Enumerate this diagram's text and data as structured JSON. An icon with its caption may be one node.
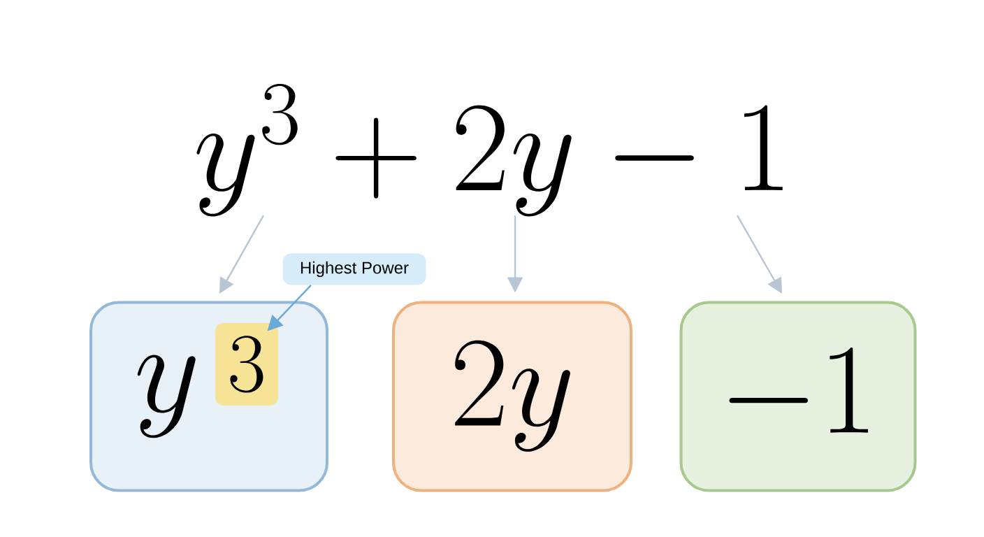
{
  "diagram": {
    "nodes": [
      {
        "text": [
          "y^{3} + 2y - 1"
        ]
      },
      {
        "text": [
          "y"
        ]
      },
      {
        "text": [
          "3"
        ],
        "in": 1
      },
      {
        "text": [
          "Highest Power"
        ]
      },
      {
        "text": [
          "2y"
        ]
      },
      {
        "text": [
          "-1"
        ]
      }
    ],
    "edges": [
      {
        "from": 0,
        "to": 1,
        "arrow": "to"
      },
      {
        "from": 0,
        "to": 4,
        "arrow": "to"
      },
      {
        "from": 0,
        "to": 5,
        "arrow": "to"
      },
      {
        "from": 3,
        "to": 2,
        "arrow": "to",
        "color": "#6aaad8"
      }
    ]
  }
}
